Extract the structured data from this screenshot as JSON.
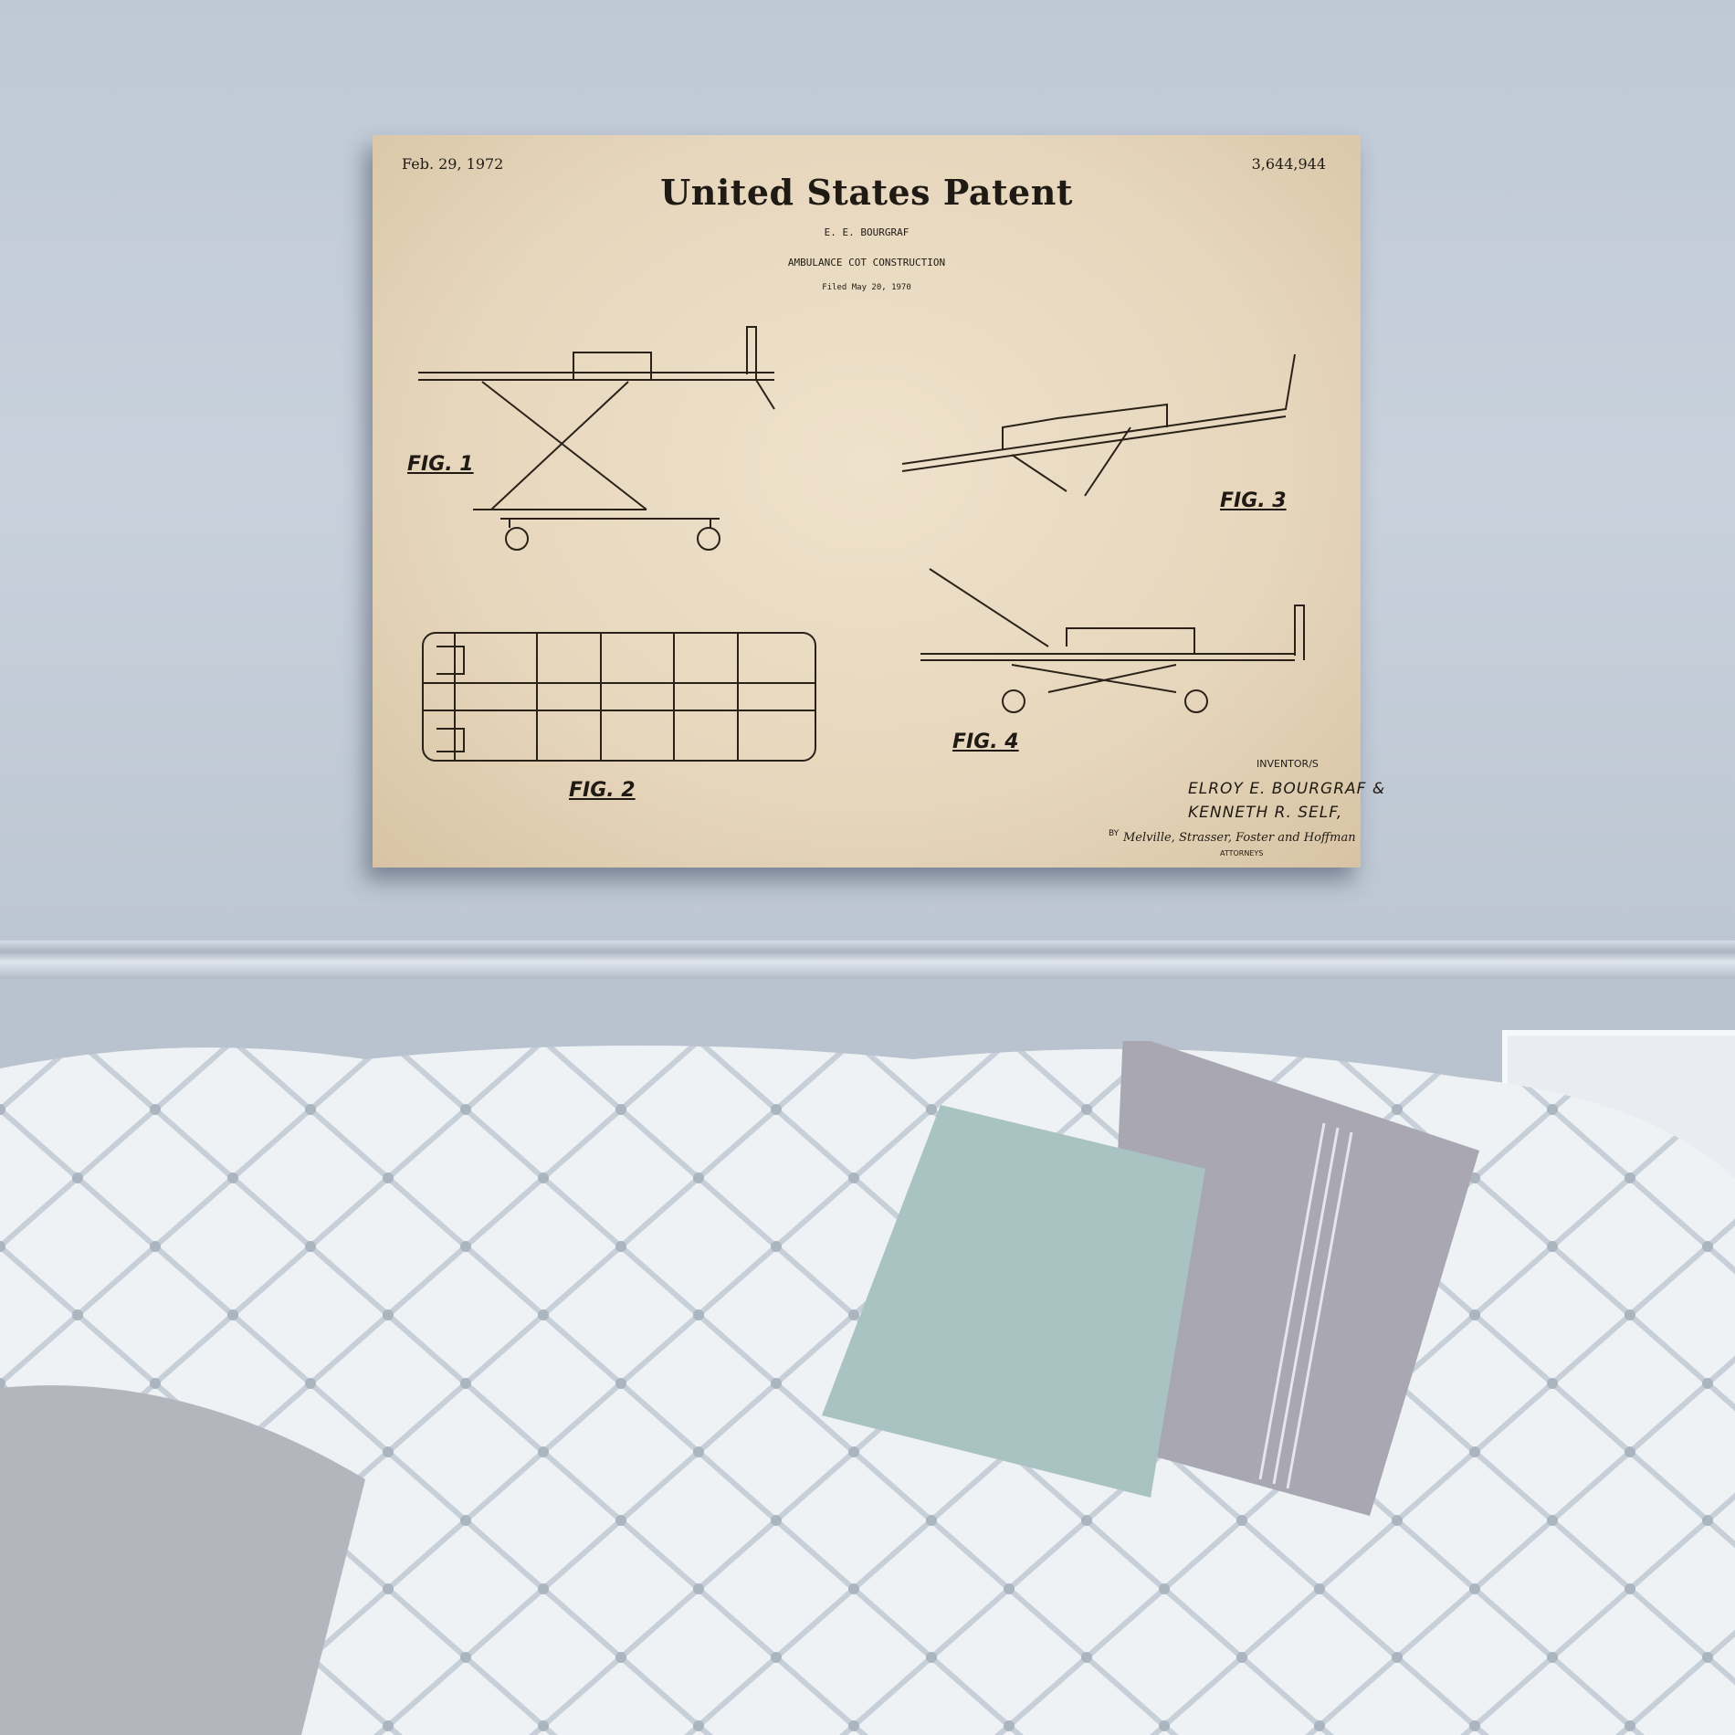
{
  "print": {
    "date": "Feb. 29, 1972",
    "patent_number": "3,644,944",
    "title": "United States Patent",
    "inventor_short": "E. E. BOURGRAF",
    "invention": "AMBULANCE COT CONSTRUCTION",
    "filed": "Filed May 20, 1970",
    "figures": [
      "FIG. 1",
      "FIG. 2",
      "FIG. 3",
      "FIG. 4"
    ],
    "inventors_label": "INVENTOR/S",
    "inventor_line_1": "ELROY E. BOURGRAF &",
    "inventor_line_2": "KENNETH R. SELF,",
    "by": "BY",
    "attorneys_signature": "Melville, Strasser, Foster and Hoffman",
    "attorneys_label": "ATTORNEYS",
    "paper_color": "#e9dbc2",
    "ink_color": "#1f1a14"
  },
  "scene": {
    "wall_color": "#c3ccd8",
    "sofa_color": "#eef2f5",
    "pillow_teal": "#a9c2c0",
    "pillow_gray": "#a6a6b0"
  }
}
